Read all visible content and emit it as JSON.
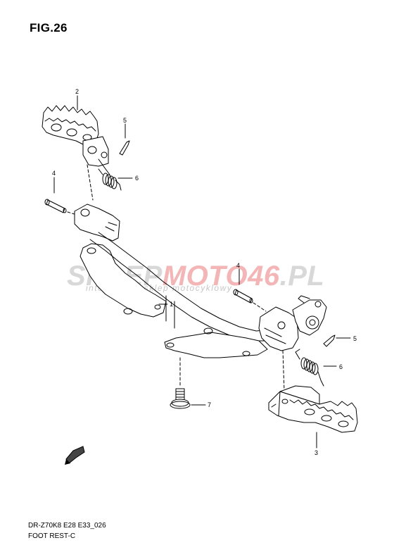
{
  "figure": {
    "title": "FIG.26"
  },
  "footer": {
    "code": "DR-Z70K8 E28 E33_026",
    "name": "FOOT REST-C"
  },
  "watermark": {
    "brand_grey": "SKLEP",
    "brand_red": "MOTO46",
    "brand_suffix": ".PL",
    "tagline": "internetowy sklep motocyklowy"
  },
  "callouts": [
    {
      "id": "2",
      "label": "2"
    },
    {
      "id": "5a",
      "label": "5"
    },
    {
      "id": "6a",
      "label": "6"
    },
    {
      "id": "4a",
      "label": "4"
    },
    {
      "id": "4b",
      "label": "4"
    },
    {
      "id": "1",
      "label": "1"
    },
    {
      "id": "5b",
      "label": "5"
    },
    {
      "id": "6b",
      "label": "6"
    },
    {
      "id": "7",
      "label": "7"
    },
    {
      "id": "3",
      "label": "3"
    }
  ],
  "icons": {
    "fwd_arrow": "fwd-arrow-icon"
  },
  "colors": {
    "line": "#000000",
    "watermark_grey": "#d8d8d8",
    "watermark_red": "#f3b5b5"
  }
}
